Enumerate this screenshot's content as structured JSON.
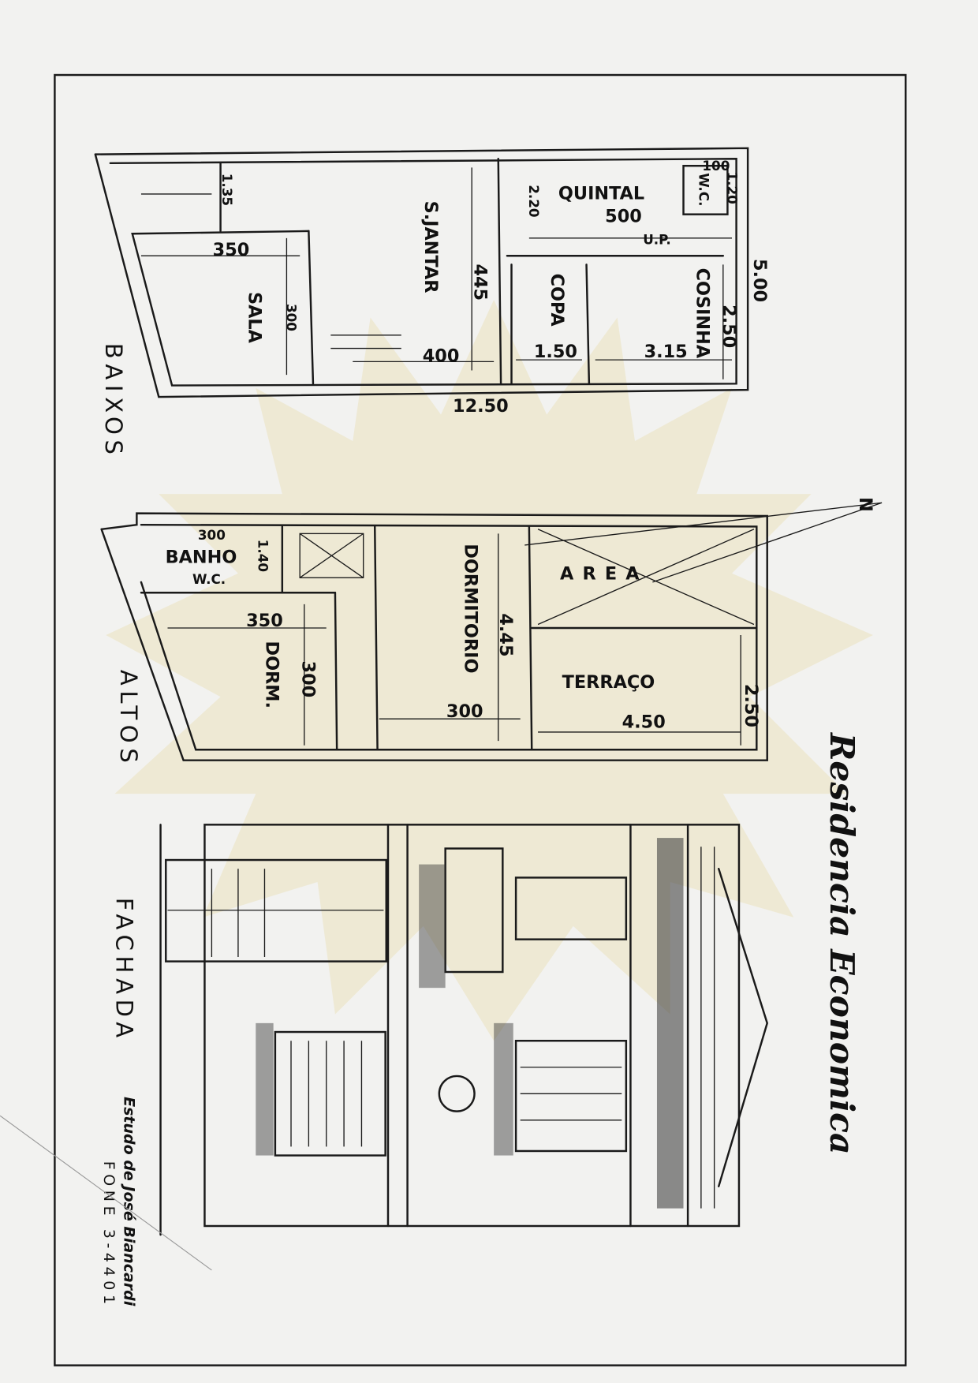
{
  "title": "Residencia Economica",
  "credit": {
    "author": "Estudo de José Biancardi",
    "phone": "FONE 3-4401"
  },
  "ground_floor": {
    "label": "BAIXOS",
    "rooms": {
      "sala": "SALA",
      "sala_jantar": "S.JANTAR",
      "quintal": "QUINTAL",
      "wc": "W.C.",
      "up": "U.P.",
      "copa": "COPA",
      "cozinha": "COSINHA"
    },
    "dimensions": {
      "stair": "1.35",
      "sala_w": "350",
      "sala_d": "300",
      "jantar_d": "445",
      "jantar_w": "400",
      "copa_w": "1.50",
      "cozinha_w": "3.15",
      "cozinha_d": "2.50",
      "width_total": "5.00",
      "length_total": "12.50",
      "quintal_d": "2.20",
      "quintal_w": "500",
      "wc_w": "100",
      "wc_d": "1.20"
    }
  },
  "upper_floor": {
    "label": "ALTOS",
    "rooms": {
      "banho": "BANHO",
      "wc": "W.C.",
      "dorm": "DORM.",
      "dormitorio": "DORMITORIO",
      "area": "AREA",
      "terraco": "TERRAÇO"
    },
    "dimensions": {
      "banho_w": "300",
      "banho_d": "1.40",
      "dorm_w": "350",
      "dorm_d": "300",
      "dormitorio_d": "4.45",
      "dormitorio_w": "300",
      "terraco_w": "4.50",
      "terraco_d": "2.50"
    },
    "north": "N"
  },
  "facade": {
    "label": "FACHADA"
  }
}
